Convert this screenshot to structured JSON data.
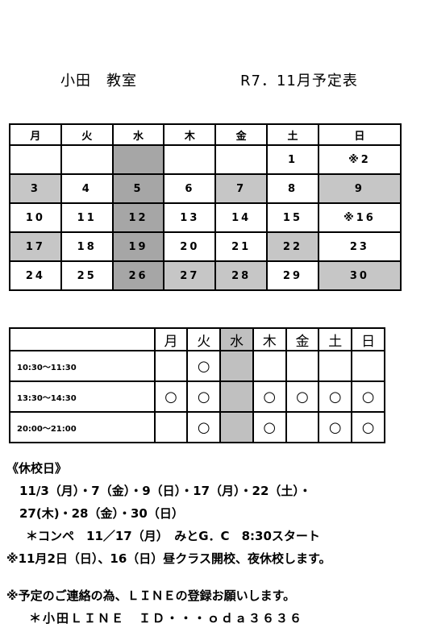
{
  "header": {
    "school": "小田　教室",
    "schedule_title": "R7．11月予定表"
  },
  "calendar": {
    "weekdays": [
      "月",
      "火",
      "水",
      "木",
      "金",
      "土",
      "日"
    ],
    "rows": [
      [
        "",
        "",
        "",
        "",
        "",
        "1",
        "※2"
      ],
      [
        "3",
        "4",
        "5",
        "6",
        "7",
        "8",
        "9"
      ],
      [
        "10",
        "11",
        "12",
        "13",
        "14",
        "15",
        "※16"
      ],
      [
        "17",
        "18",
        "19",
        "20",
        "21",
        "22",
        "23"
      ],
      [
        "24",
        "25",
        "26",
        "27",
        "28",
        "29",
        "30"
      ]
    ],
    "shading": [
      [
        "",
        "",
        "dark",
        "",
        "",
        "",
        ""
      ],
      [
        "light",
        "",
        "dark",
        "",
        "light",
        "",
        "light"
      ],
      [
        "",
        "",
        "dark",
        "",
        "",
        "",
        ""
      ],
      [
        "light",
        "",
        "dark",
        "",
        "",
        "light",
        ""
      ],
      [
        "",
        "",
        "dark",
        "light",
        "light",
        "",
        "light"
      ]
    ],
    "colors": {
      "light": "#c6c6c6",
      "dark": "#a6a6a6"
    }
  },
  "schedule": {
    "weekdays": [
      "月",
      "火",
      "水",
      "木",
      "金",
      "土",
      "日"
    ],
    "rows": [
      {
        "time": "10:30～11:30",
        "slots": [
          "",
          "○",
          "",
          "",
          "",
          "",
          ""
        ]
      },
      {
        "time": "13:30～14:30",
        "slots": [
          "○",
          "○",
          "",
          "○",
          "○",
          "○",
          "○"
        ]
      },
      {
        "time": "20:00～21:00",
        "slots": [
          "",
          "○",
          "",
          "○",
          "",
          "○",
          "○"
        ]
      }
    ],
    "closed_color": "#c0c0c0"
  },
  "notes": {
    "holiday_heading": "《休校日》",
    "holiday_line1": "11/3（月）・7（金）・9（日）・17（月）・22（土）・",
    "holiday_line2": "27(木)・28（金）・30（日）",
    "compe": "＊コンペ　11／17（月）　みとG．C　8:30スタート",
    "special": "※11月2日（日）、16（日）昼クラス開校、夜休校します。",
    "line_request": "※予定のご連絡の為、ＬＩＮＥの登録お願いします。",
    "line_id": "＊小田ＬＩＮＥ　ＩＤ・・・ｏｄａ３６３６"
  }
}
